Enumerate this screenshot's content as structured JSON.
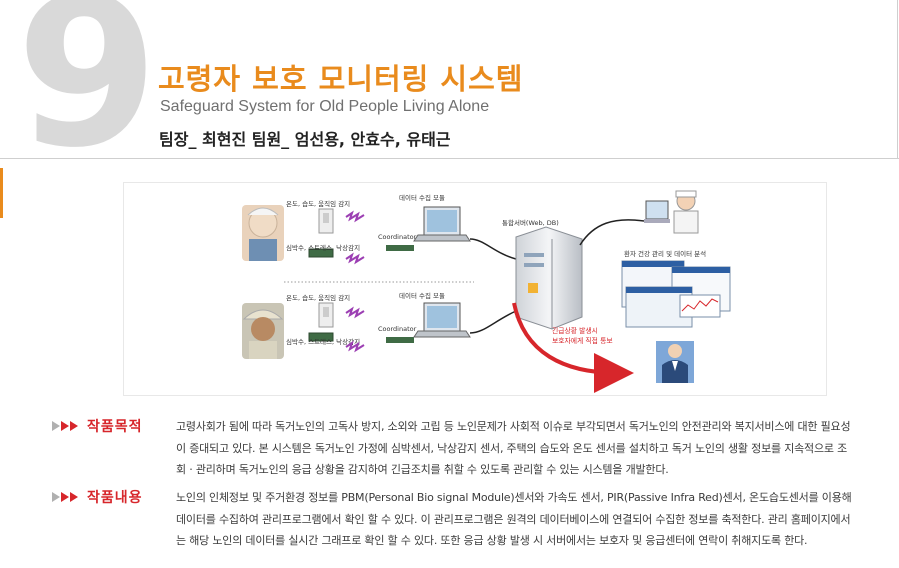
{
  "header": {
    "number": "9",
    "title": "고령자 보호 모니터링 시스템",
    "subtitle": "Safeguard System for Old People Living Alone",
    "members": "팀장_ 최현진   팀원_ 엄선용, 안효수, 유태근"
  },
  "diagram": {
    "sensor_top_1": "온도, 습도, 움직임 감지",
    "sensor_top_2": "심박수, 스트레스, 낙상감지",
    "collect_top": "데이터 수집 모듈",
    "coordinator_top": "Coordinator",
    "sensor_bottom_1": "온도, 습도, 움직임 감지",
    "sensor_bottom_2": "심박수, 스트레스, 낙상감지",
    "collect_bottom": "데이터 수집 모듈",
    "coordinator_bottom": "Coordinator",
    "server": "통합서버(Web, DB)",
    "analysis": "환자 건강 관리 및 데이터 분석",
    "alert_1": "긴급상황 발생시",
    "alert_2": "보호자에게 직접 통보"
  },
  "purpose": {
    "label": "작품목적",
    "text": "고령사회가 됨에 따라 독거노인의 고독사 방지, 소외와 고립 등 노인문제가 사회적 이슈로 부각되면서 독거노인의 안전관리와 복지서비스에 대한 필요성이 증대되고 있다. 본 시스템은 독거노인 가정에 심박센서, 낙상감지 센서, 주택의 습도와 온도 센서를 설치하고 독거 노인의 생활 정보를 지속적으로 조회ㆍ관리하며 독거노인의 응급 상황을 감지하여 긴급조치를 취할 수 있도록 관리할 수 있는 시스템을 개발한다."
  },
  "content": {
    "label": "작품내용",
    "text": "노인의 인체정보 및 주거환경 정보를 PBM(Personal Bio signal Module)센서와 가속도 센서, PIR(Passive Infra Red)센서, 온도습도센서를 이용해 데이터를 수집하여 관리프로그램에서 확인 할 수 있다. 이 관리프로그램은 원격의 데이터베이스에 연결되어 수집한 정보를 축적한다. 관리 홈페이지에서는 해당 노인의 데이터를 실시간 그래프로 확인 할 수 있다. 또한 응급 상황 발생 시 서버에서는 보호자 및 응급센터에 연락이 취해지도록 한다."
  },
  "colors": {
    "accent_orange": "#e98b1d",
    "label_red": "#d7262b",
    "number_gray": "#d9d9d9"
  }
}
